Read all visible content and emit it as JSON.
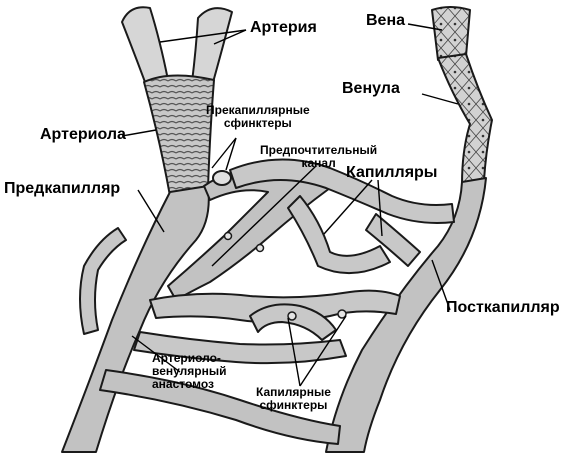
{
  "labels": {
    "artery": "Артерия",
    "vein": "Вена",
    "venule": "Венула",
    "arteriole": "Артериола",
    "precapillary_sphincters": [
      "Прекапиллярные",
      "сфинктеры"
    ],
    "preferential_channel": [
      "Предпочтительный",
      "канал"
    ],
    "capillaries": "Капилляры",
    "precapillary": "Предкапилляр",
    "postcapillary": "Посткапилляр",
    "av_anastomosis": [
      "Артериоло-",
      "венулярный",
      "анастомоз"
    ],
    "capillary_sphincters": [
      "Капилярные",
      "сфинктеры"
    ]
  },
  "colors": {
    "vessel_fill": "#c2c2c2",
    "vessel_light": "#dedede",
    "vessel_dark": "#8a8a8a",
    "outline": "#1a1a1a",
    "label_text": "#000000"
  }
}
